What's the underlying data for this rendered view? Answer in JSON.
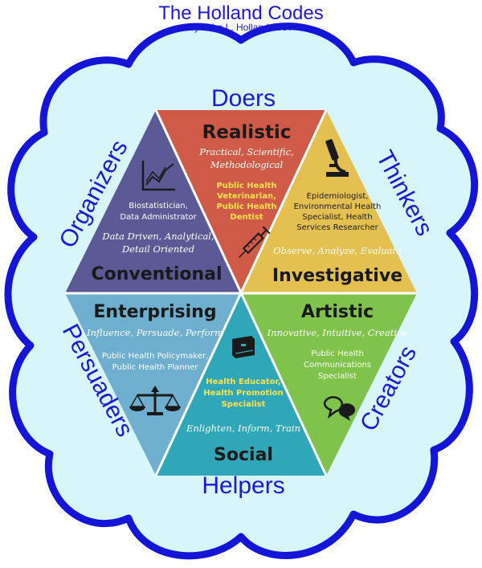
{
  "title": "The Holland Codes",
  "subtitle": "by John L. Holland 1997",
  "outer_labels": {
    "top": "Doers",
    "top_right": "Thinkers",
    "bottom_right": "Creators",
    "bottom": "Helpers",
    "bottom_left": "Persuaders",
    "top_left": "Organizers"
  },
  "colors": {
    "cloud_fill": "#d8f5fb",
    "cloud_stroke": "#1515d8",
    "realistic": "#cf5a48",
    "investigative": "#e3c04f",
    "artistic": "#7fc24c",
    "social": "#2fa7b8",
    "enterprising": "#6eafcf",
    "conventional": "#5b5a97"
  },
  "segments": {
    "realistic": {
      "name": "Realistic",
      "traits": [
        "Practical, Scientific,",
        "Methodological"
      ],
      "jobs": [
        "Public Health",
        "Veterinarian,",
        "Public Health",
        "Dentist"
      ],
      "icon": "syringe-icon"
    },
    "investigative": {
      "name": "Investigative",
      "jobs": [
        "Epidemiologist,",
        "Environmental Health",
        "Specialist, Health",
        "Services Researcher"
      ],
      "traits": [
        "Observe, Analyze, Evaluate"
      ],
      "icon": "microscope-icon"
    },
    "artistic": {
      "name": "Artistic",
      "traits": [
        "Innovative, Intuitive, Creative"
      ],
      "jobs": [
        "Public Health",
        "Communications",
        "Specialist"
      ],
      "icon": "speech-bubbles-icon"
    },
    "social": {
      "name": "Social",
      "jobs": [
        "Health Educator,",
        "Health Promotion",
        "Specialist"
      ],
      "traits": [
        "Enlighten, Inform, Train"
      ],
      "icon": "book-icon"
    },
    "enterprising": {
      "name": "Enterprising",
      "traits": [
        "Influence, Persuade, Perform"
      ],
      "jobs": [
        "Public Health Policymaker,",
        "Public Health Planner"
      ],
      "icon": "scales-icon"
    },
    "conventional": {
      "name": "Conventional",
      "jobs": [
        "Biostatistician,",
        "Data Administrator"
      ],
      "traits": [
        "Data Driven, Analytical,",
        "Detail Oriented"
      ],
      "icon": "line-chart-icon"
    }
  }
}
